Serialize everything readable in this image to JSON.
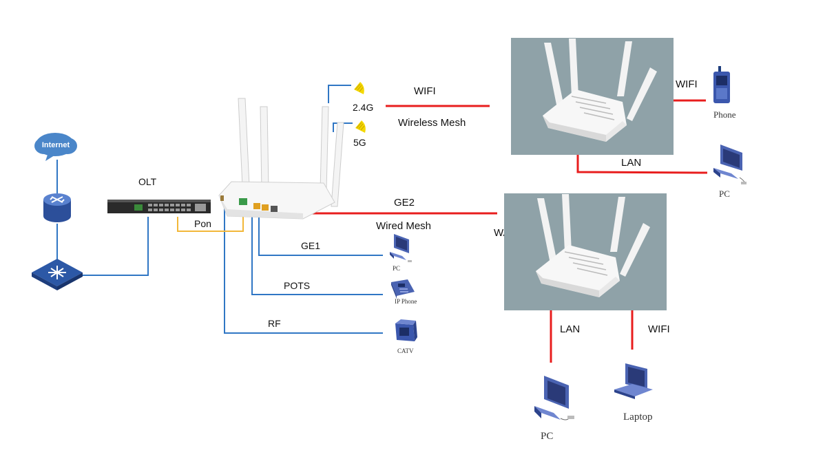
{
  "colors": {
    "blue_link": "#2f76c4",
    "yellow_link": "#f2b738",
    "red_link": "#e81d1d",
    "photo_bg": "#8fa2a8",
    "device_blue": "#4a63b2"
  },
  "cloud": {
    "label": "Internet"
  },
  "olt": {
    "label": "OLT"
  },
  "ont": {
    "band_24": "2.4G",
    "band_5": "5G"
  },
  "links": {
    "wifi_top": "WIFI",
    "wireless_mesh": "Wireless Mesh",
    "ge2": "GE2",
    "wired_mesh": "Wired Mesh",
    "wan": "WAN",
    "pon": "Pon",
    "ge1": "GE1",
    "pots": "POTS",
    "rf": "RF",
    "wifi_right": "WIFI",
    "lan_top": "LAN",
    "lan_bottom": "LAN",
    "wifi_bottom": "WIFI"
  },
  "endpoints": {
    "phone": "Phone",
    "pc_top": "PC",
    "pc_small": "PC",
    "ip_phone": "IP Phone",
    "catv": "CATV",
    "laptop": "Laptop",
    "pc_bottom": "PC"
  },
  "icons": [
    "cloud-icon",
    "core-router-icon",
    "switch-icon",
    "olt-chassis-icon",
    "ont-router-icon",
    "antenna-icon",
    "mesh-router-photo",
    "mobile-phone-icon",
    "pc-icon",
    "ip-phone-icon",
    "catv-icon",
    "laptop-icon"
  ]
}
